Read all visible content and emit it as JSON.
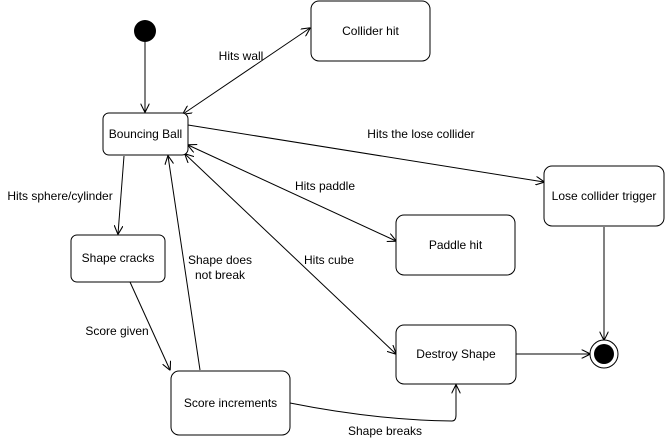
{
  "diagram": {
    "type": "state-machine",
    "states": {
      "collider_hit": "Collider hit",
      "bouncing_ball": "Bouncing Ball",
      "lose_collider_trigger": "Lose collider trigger",
      "paddle_hit": "Paddle hit",
      "shape_cracks": "Shape cracks",
      "destroy_shape": "Destroy Shape",
      "score_increments": "Score increments"
    },
    "transitions": {
      "hits_wall": "Hits wall",
      "hits_lose_collider": "Hits the lose collider",
      "hits_paddle": "Hits paddle",
      "hits_sphere_cylinder": "Hits sphere/cylinder",
      "hits_cube": "Hits cube",
      "shape_does_not_break_line1": "Shape does",
      "shape_does_not_break_line2": "not break",
      "score_given": "Score given",
      "shape_breaks": "Shape breaks"
    },
    "edges": [
      {
        "from": "start",
        "to": "bouncing_ball",
        "label": ""
      },
      {
        "from": "bouncing_ball",
        "to": "collider_hit",
        "label": "hits_wall",
        "bidirectional": true
      },
      {
        "from": "bouncing_ball",
        "to": "lose_collider_trigger",
        "label": "hits_lose_collider"
      },
      {
        "from": "bouncing_ball",
        "to": "paddle_hit",
        "label": "hits_paddle",
        "bidirectional": true
      },
      {
        "from": "bouncing_ball",
        "to": "shape_cracks",
        "label": "hits_sphere_cylinder"
      },
      {
        "from": "bouncing_ball",
        "to": "destroy_shape",
        "label": "hits_cube",
        "bidirectional": true
      },
      {
        "from": "score_increments",
        "to": "bouncing_ball",
        "label": "shape_does_not_break"
      },
      {
        "from": "shape_cracks",
        "to": "score_increments",
        "label": "score_given"
      },
      {
        "from": "score_increments",
        "to": "destroy_shape",
        "label": "shape_breaks"
      },
      {
        "from": "destroy_shape",
        "to": "end",
        "label": ""
      },
      {
        "from": "lose_collider_trigger",
        "to": "end",
        "label": ""
      }
    ]
  }
}
